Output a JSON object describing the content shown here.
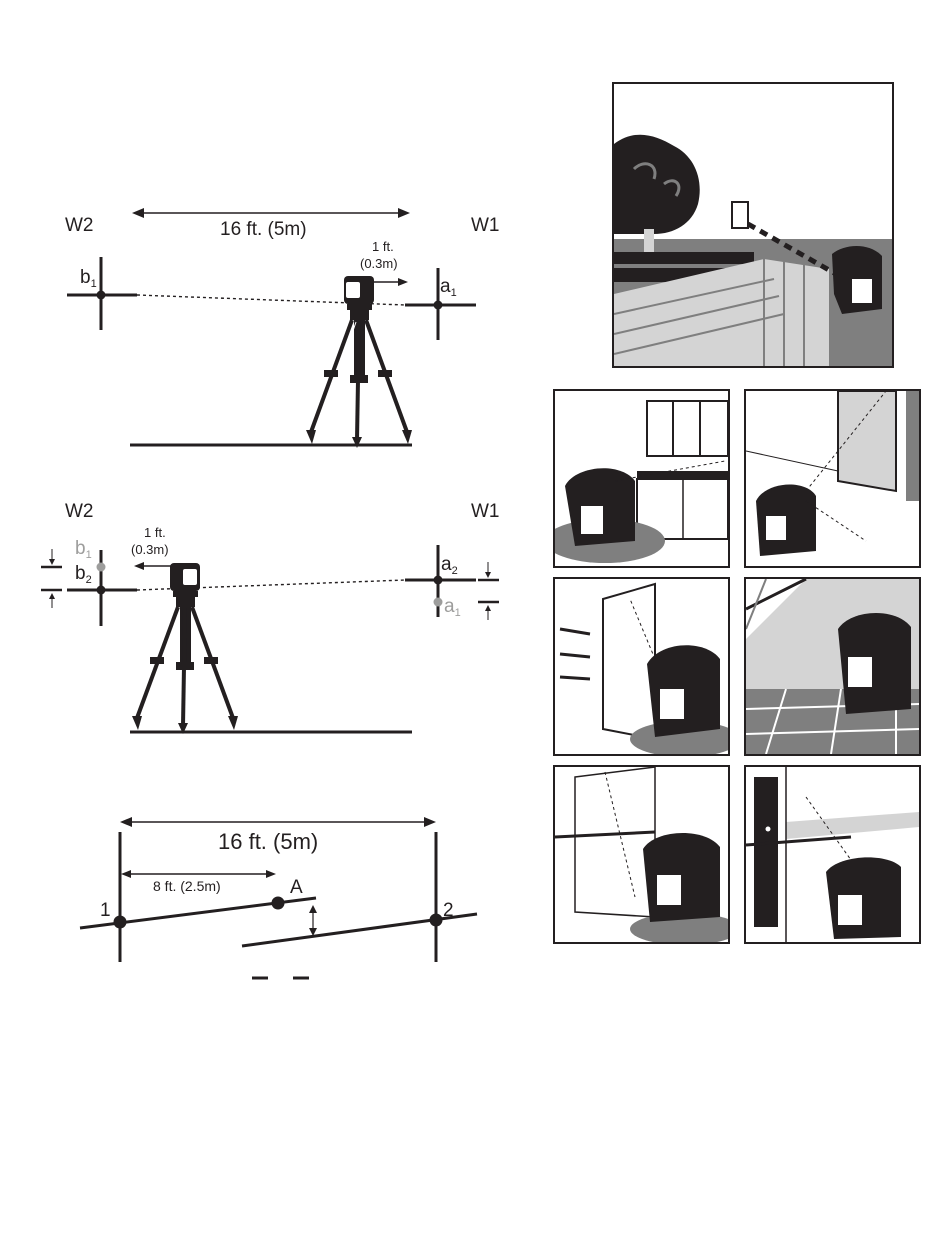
{
  "fig1": {
    "wall_left": "W2",
    "wall_right": "W1",
    "distance": "16 ft. (5m)",
    "offset_ft": "1 ft.",
    "offset_m": "(0.3m)",
    "point_b": "b",
    "point_b_sub": "1",
    "point_a": "a",
    "point_a_sub": "1"
  },
  "fig2": {
    "wall_left": "W2",
    "wall_right": "W1",
    "offset_ft": "1 ft.",
    "offset_m": "(0.3m)",
    "point_b1": "b",
    "point_b1_sub": "1",
    "point_b2": "b",
    "point_b2_sub": "2",
    "point_a2": "a",
    "point_a2_sub": "2",
    "point_a1": "a",
    "point_a1_sub": "1"
  },
  "fig3": {
    "distance": "16 ft. (5m)",
    "half_distance": "8 ft. (2.5m)",
    "point_1": "1",
    "point_2": "2",
    "point_A": "A"
  },
  "colors": {
    "ink": "#231f20",
    "grey_marks": "#9d9d9c",
    "panel_fill": "#7f7f7f",
    "light_fill": "#d4d4d4"
  }
}
